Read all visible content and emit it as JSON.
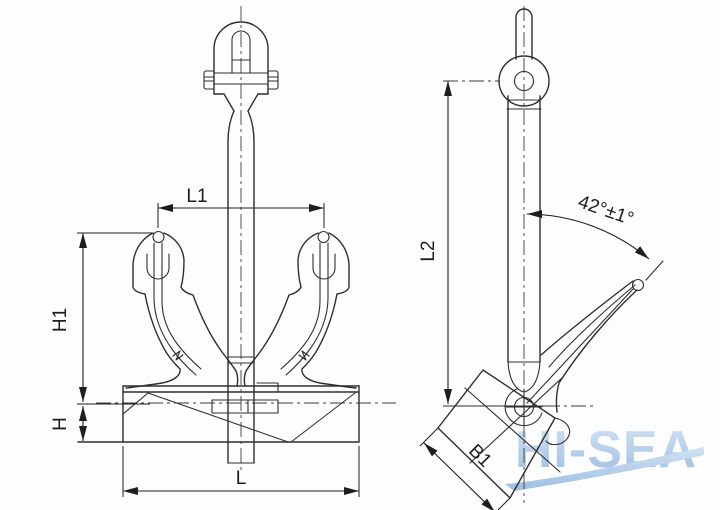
{
  "front_view": {
    "labels": {
      "l1": "L1",
      "h1": "H1",
      "h": "H",
      "l": "L"
    }
  },
  "side_view": {
    "labels": {
      "l2": "L2",
      "b1": "B1",
      "angle": "42°±1°"
    }
  },
  "watermark": {
    "text": "HI-SEA"
  },
  "colors": {
    "outline": "#2f2f2f",
    "centerline": "#3c3c3c",
    "dimension": "#1e1e1e",
    "watermark_top": "#cfdff1",
    "watermark_bottom": "#92b9e0",
    "background": "#fdfdfd"
  }
}
